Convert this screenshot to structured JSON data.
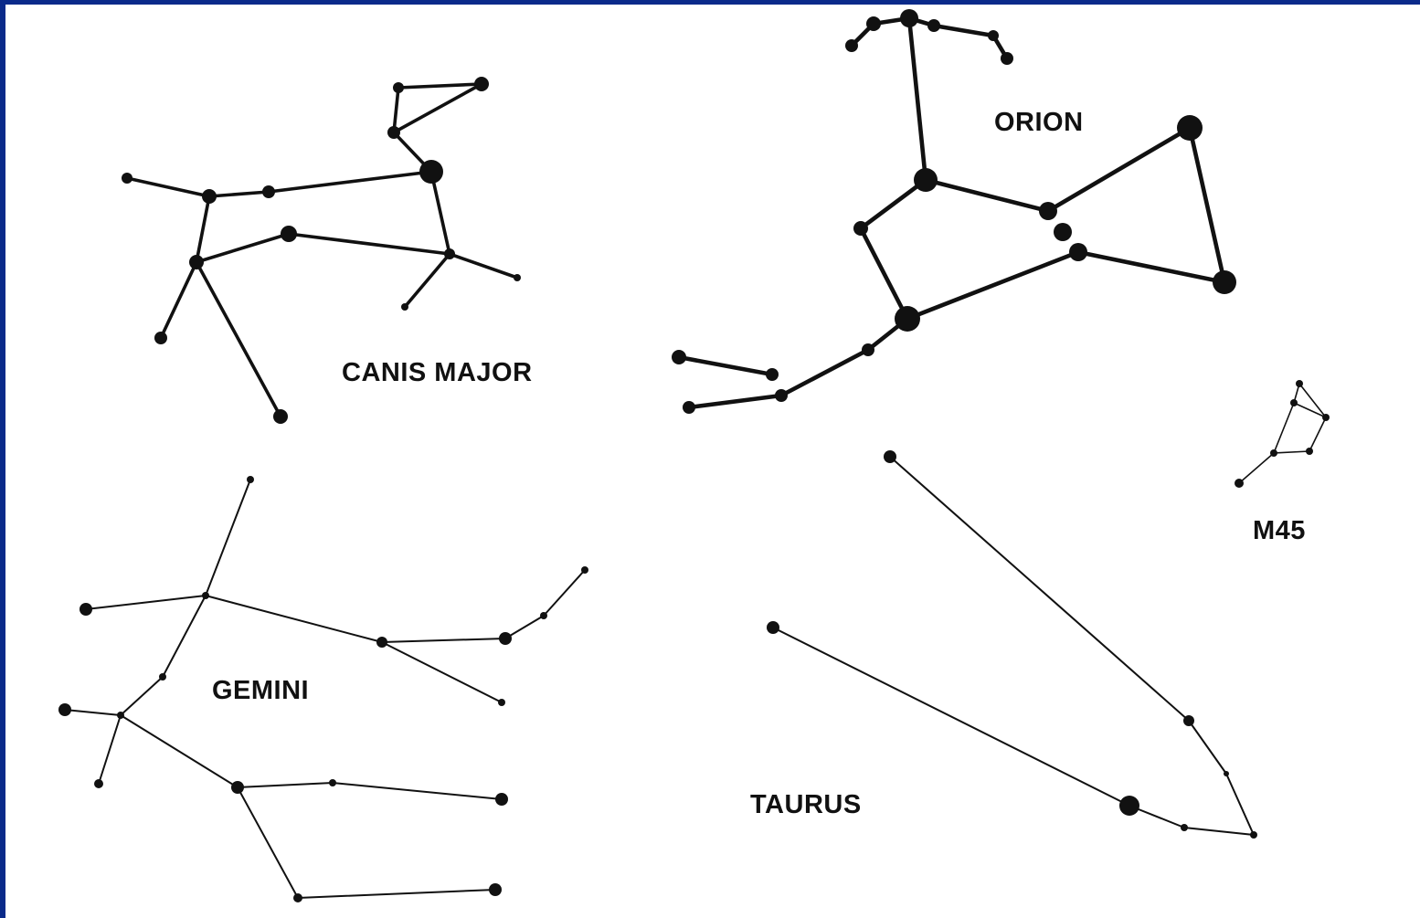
{
  "colors": {
    "frame": "#0a2a8a",
    "background": "#ffffff",
    "ink": "#111111"
  },
  "labels": {
    "canis_major": "CANIS MAJOR",
    "orion": "ORION",
    "m45": "M45",
    "gemini": "GEMINI",
    "taurus": "TAURUS"
  }
}
